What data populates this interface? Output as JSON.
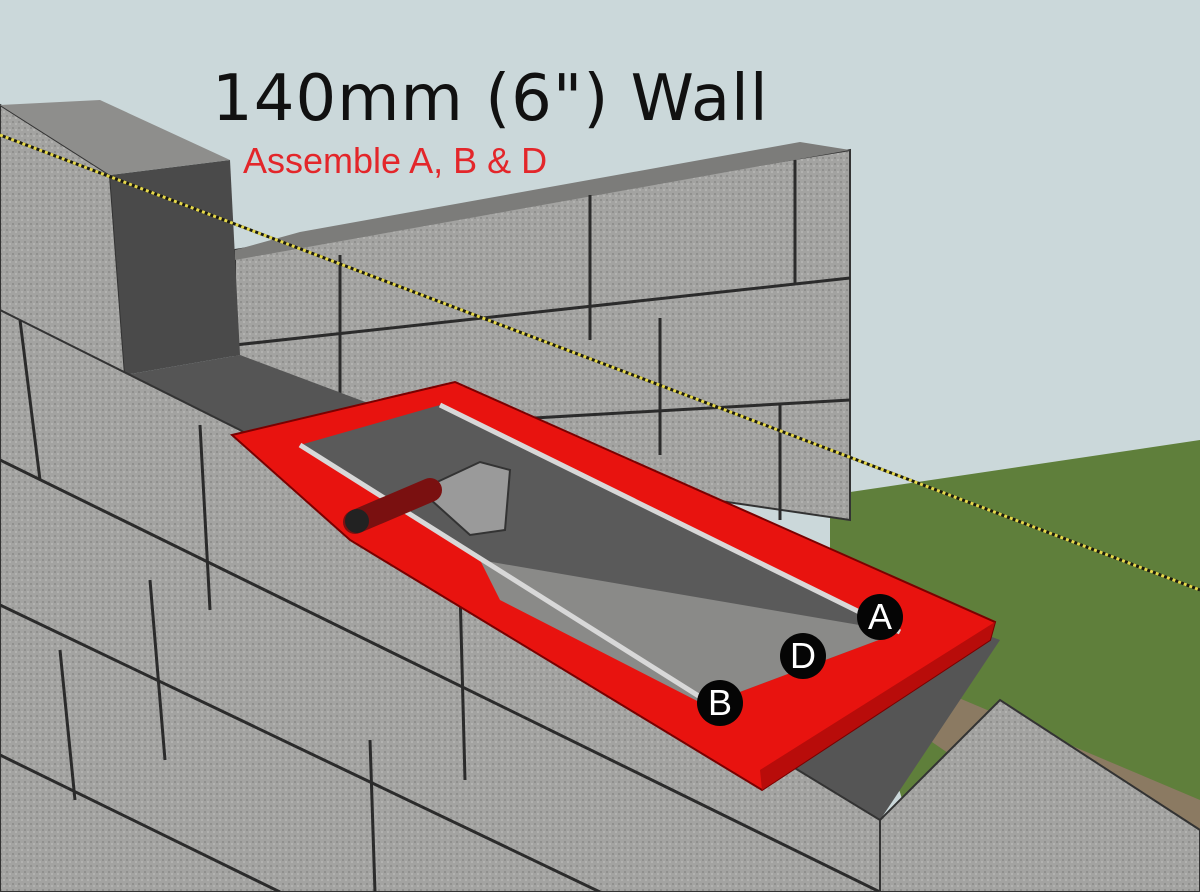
{
  "title": "140mm (6\") Wall",
  "subtitle": "Assemble A, B & D",
  "labels": {
    "a": "A",
    "d": "D",
    "b": "B"
  },
  "colors": {
    "sky": "#cbd8da",
    "tool_red": "#e8130f",
    "block_grey": "#9a9a98",
    "grass": "#5d7d3a",
    "title_text": "#111111",
    "subtitle_text": "#e3262a"
  }
}
